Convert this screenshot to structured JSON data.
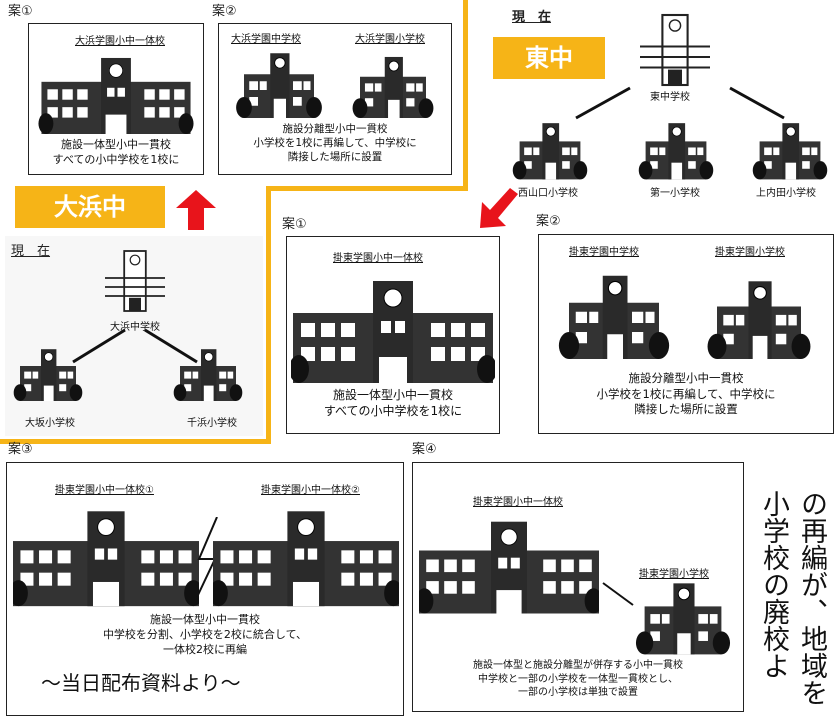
{
  "labels": {
    "an1": "案①",
    "an2": "案②",
    "an3": "案③",
    "an4": "案④",
    "current": "現　在"
  },
  "badges": {
    "ohama": "大浜中",
    "higashi": "東中"
  },
  "ohama": {
    "an1_title": "大浜学園小中一体校",
    "an1_caption": "施設一体型小中一貫校\nすべての小中学校を1校に",
    "an2_title_a": "大浜学園中学校",
    "an2_title_b": "大浜学園小学校",
    "an2_caption": "施設分離型小中一貫校\n小学校を1校に再編して、中学校に\n隣接した場所に設置",
    "jhs": "大浜中学校",
    "es_a": "大坂小学校",
    "es_b": "千浜小学校"
  },
  "higashi": {
    "jhs": "東中学校",
    "es_a": "西山口小学校",
    "es_b": "第一小学校",
    "es_c": "上内田小学校",
    "an1_title": "掛東学園小中一体校",
    "an1_caption": "施設一体型小中一貫校\nすべての小中学校を1校に",
    "an2_title_a": "掛東学園中学校",
    "an2_title_b": "掛東学園小学校",
    "an2_caption": "施設分離型小中一貫校\n小学校を1校に再編して、中学校に\n隣接した場所に設置",
    "an3_title_a": "掛東学園小中一体校①",
    "an3_title_b": "掛東学園小中一体校②",
    "an3_caption": "施設一体型小中一貫校\n中学校を分割、小学校を2校に統合して、\n一体校2校に再編",
    "an4_title_a": "掛東学園小中一体校",
    "an4_title_b": "掛東学園小学校",
    "an4_caption": "施設一体型と施設分離型が併存する小中一貫校\n中学校と一部の小学校を一体型一貫校とし、\n一部の小学校は単独で設置"
  },
  "source_note": "〜当日配布資料より〜",
  "side_text": {
    "col1": "の再編が、地域を",
    "col2": "小学校の廃校よ"
  },
  "colors": {
    "accent": "#f6b417",
    "arrow": "#e8141b"
  }
}
